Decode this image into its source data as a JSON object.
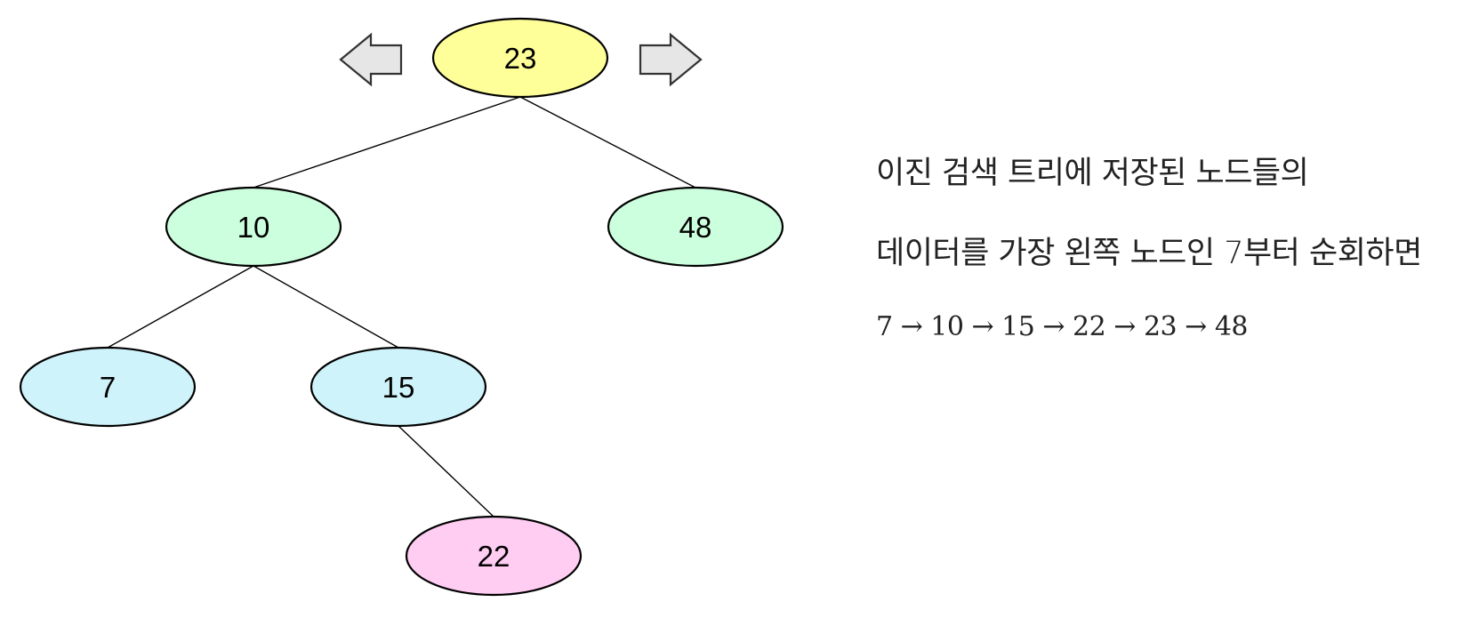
{
  "tree": {
    "nodes": [
      {
        "id": "n23",
        "label": "23",
        "fill": "#ffff99",
        "level": 0
      },
      {
        "id": "n10",
        "label": "10",
        "fill": "#ccffdd",
        "level": 1
      },
      {
        "id": "n48",
        "label": "48",
        "fill": "#ccffdd",
        "level": 1
      },
      {
        "id": "n7",
        "label": "7",
        "fill": "#cff3fb",
        "level": 2
      },
      {
        "id": "n15",
        "label": "15",
        "fill": "#cff3fb",
        "level": 2
      },
      {
        "id": "n22",
        "label": "22",
        "fill": "#ffccf2",
        "level": 3
      }
    ],
    "edges": [
      {
        "from": "n23",
        "to": "n10"
      },
      {
        "from": "n23",
        "to": "n48"
      },
      {
        "from": "n10",
        "to": "n7"
      },
      {
        "from": "n10",
        "to": "n15"
      },
      {
        "from": "n15",
        "to": "n22"
      }
    ],
    "arrows": [
      {
        "name": "left-arrow-icon",
        "direction": "left"
      },
      {
        "name": "right-arrow-icon",
        "direction": "right"
      }
    ]
  },
  "description": {
    "line1": "이진 검색 트리에 저장된 노드들의",
    "line2": "데이터를 가장 왼쪽 노드인 7부터 순회하면",
    "line3": "7 → 10 → 15 → 22 → 23 → 48"
  }
}
